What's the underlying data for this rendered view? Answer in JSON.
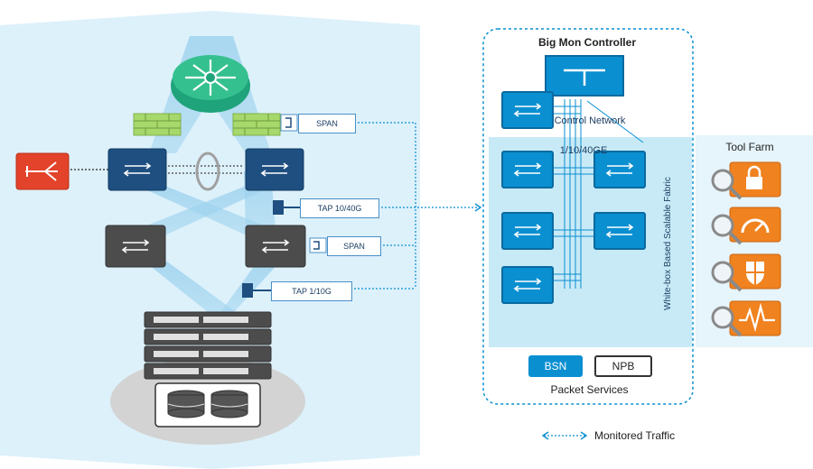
{
  "labels": {
    "span_top": "SPAN",
    "tap_40g": "TAP 10/40G",
    "span_mid": "SPAN",
    "tap_10g": "TAP 1/10G"
  },
  "controller": {
    "title": "Big Mon Controller",
    "control_network": "Control Network",
    "speed": "1/10/40GE",
    "fabric_label": "White-box Based Scalable Fabric",
    "packet_services_label": "Packet Services",
    "services": [
      "BSN",
      "NPB"
    ]
  },
  "tool_farm": {
    "title": "Tool Farm"
  },
  "legend": {
    "monitored_traffic": "Monitored Traffic"
  },
  "icons": {
    "router": "router-star-icon",
    "firewall": "firewall-brick-icon",
    "security_appliance": "security-appliance-icon",
    "switch": "network-switch-icon",
    "server": "server-rack-icon",
    "storage": "database-storage-icon",
    "tools": [
      "lock-magnifier-icon",
      "gauge-magnifier-icon",
      "shield-magnifier-icon",
      "pulse-magnifier-icon"
    ]
  },
  "colors": {
    "accent_blue": "#0a8fd1",
    "dark_navy_switch": "#1e4f80",
    "gray_switch": "#4c4c4c",
    "firewall_green": "#a7d86b",
    "router_green": "#1fa37a",
    "tool_orange": "#f0821f",
    "security_red": "#e2432a",
    "fabric_light_blue": "#c8eaf7"
  }
}
